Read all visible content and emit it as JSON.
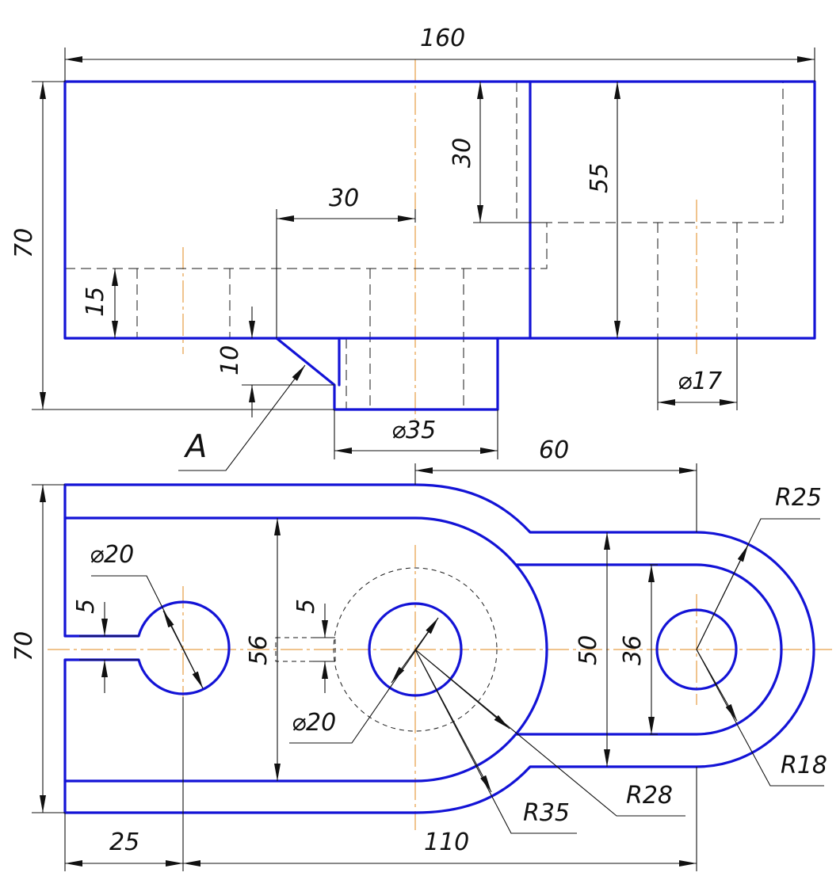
{
  "front_view": {
    "width": "160",
    "height": "70",
    "shoulder": "30",
    "depth_55": "55",
    "step_30": "30",
    "hole_15": "15",
    "boss_10": "10",
    "boss_dia": "⌀35",
    "hole_dia": "⌀17",
    "section": "A"
  },
  "top_view": {
    "center_spacing": "60",
    "radius_outer": "R25",
    "radius_inner": "R18",
    "radius_35": "R35",
    "radius_28": "R28",
    "slot_dia": "⌀20",
    "bore_dia": "⌀20",
    "height": "70",
    "inner_56": "56",
    "slot_5": "5",
    "slot_5b": "5",
    "width_50": "50",
    "width_36": "36",
    "offset_25": "25",
    "length_110": "110"
  },
  "colors": {
    "object": "#1313d6",
    "center": "#e08a1e",
    "thin": "#111111"
  }
}
